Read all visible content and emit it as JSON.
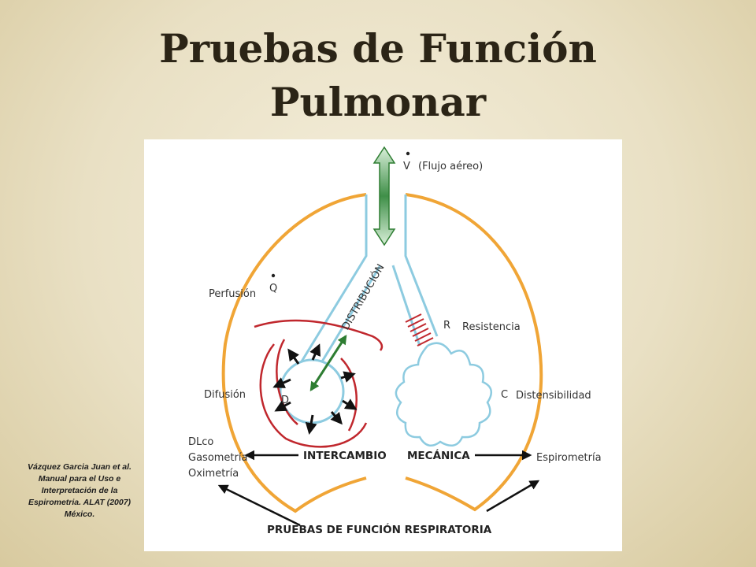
{
  "title": {
    "line1": "Pruebas de Función",
    "line2": "Pulmonar"
  },
  "citation": "Vázquez Garcia Juan et al. Manual para el Uso e Interpretación de la Espirometria. ALAT (2007) México.",
  "diagram": {
    "flow": {
      "symbol": "V",
      "label": "(Flujo aéreo)"
    },
    "perfusion": {
      "label": "Perfusión",
      "symbol": "Q"
    },
    "distribution": "DISTRIBUCIÓN",
    "resistance": {
      "symbol": "R",
      "label": "Resistencia"
    },
    "compliance": {
      "symbol": "C",
      "label": "Distensibilidad"
    },
    "diffusion": {
      "label": "Difusión",
      "symbol": "D"
    },
    "exchange": "INTERCAMBIO",
    "mechanics": "MECÁNICA",
    "exchange_tests": [
      "DLco",
      "Gasometría",
      "Oximetría"
    ],
    "mechanics_tests": [
      "Espirometría"
    ],
    "footer": "PRUEBAS DE FUNCIÓN RESPIRATORIA",
    "colors": {
      "outline": "#f0a536",
      "airway": "#8dcbe0",
      "perfusion": "#c0272d",
      "flow_arrow": "#4a9a52",
      "text": "#333333"
    }
  }
}
